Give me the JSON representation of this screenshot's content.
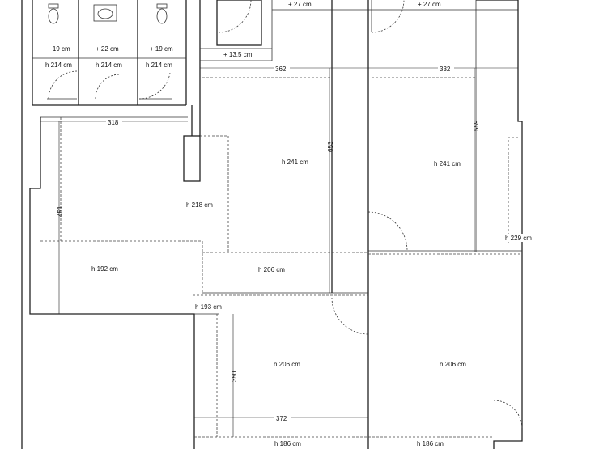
{
  "rooms": {
    "wc_left_depth": "+ 19 cm",
    "wc_left_height": "h 214 cm",
    "wash_depth": "+ 22 cm",
    "wash_height": "h 214 cm",
    "wc_right_depth": "+ 19 cm",
    "wc_right_height": "h 214 cm",
    "top_a": "+ 27 cm",
    "top_b": "+ 27 cm",
    "step": "+ 13,5 cm",
    "main_left": "h 218 cm",
    "left_low": "h 192 cm",
    "center": "h 241 cm",
    "right": "h 241 cm",
    "corridor": "h 206 cm",
    "right_edge": "h 229 cm",
    "lower_corner": "h 193 cm",
    "bottom_left": "h 206 cm",
    "bottom_right": "h 206 cm",
    "bottom_strip_left": "h 186 cm",
    "bottom_strip_right": "h 186 cm"
  },
  "dimensions": {
    "d318": "318",
    "d362": "362",
    "d332": "332",
    "d653": "653",
    "d559": "559",
    "d451": "451",
    "d350": "350",
    "d372": "372"
  }
}
